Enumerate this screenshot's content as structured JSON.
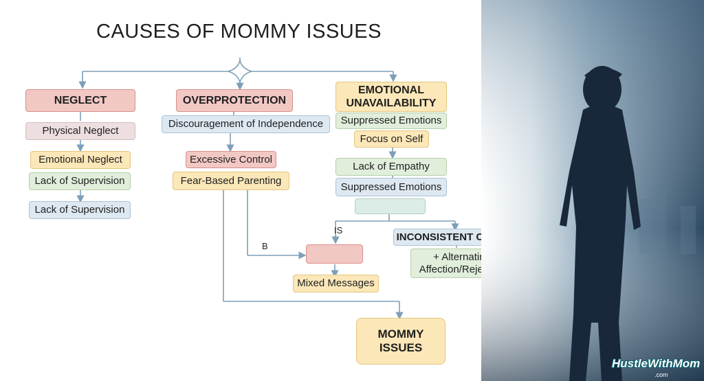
{
  "title": "CAUSES OF MOMMY ISSUES",
  "nodes": {
    "neglect": "NEGLECT",
    "physical_neglect": "Physical Neglect",
    "emotional_neglect": "Emotional Neglect",
    "lack_supervision_1": "Lack of Supervision",
    "lack_supervision_2": "Lack of Supervision",
    "overprotection": "OVERPROTECTION",
    "discouragement": "Discouragement of Independence",
    "excessive_control": "Excessive Control",
    "fear_based": "Fear-Based Parenting",
    "emotional_unavailability_1": "EMOTIONAL",
    "emotional_unavailability_2": "UNAVAILABILITY",
    "suppressed_emotions_1": "Suppressed Emotions",
    "focus_on_self": "Focus on Self",
    "lack_of_empathy": "Lack of Empathy",
    "suppressed_emotions_2": "Suppressed Emotions",
    "blank_box": "",
    "inconsistent": "INCONSISTENT CAREGIVING",
    "alternating_1": "+ Alternating",
    "alternating_2": "Affection/Rejection",
    "blank_red": "",
    "mixed_messages": "Mixed Messages",
    "mommy_1": "MOMMY",
    "mommy_2": "ISSUES"
  },
  "labels": {
    "is": "IS",
    "b": "B"
  },
  "logo": {
    "text": "HustleWithMom",
    "sub": ".com"
  },
  "colors": {
    "line": "#7d9fb8",
    "red": "#f2c8c4",
    "yellow": "#fbe7b8",
    "green": "#e1eedb",
    "blue": "#dde8f1",
    "pink": "#eddedf"
  }
}
